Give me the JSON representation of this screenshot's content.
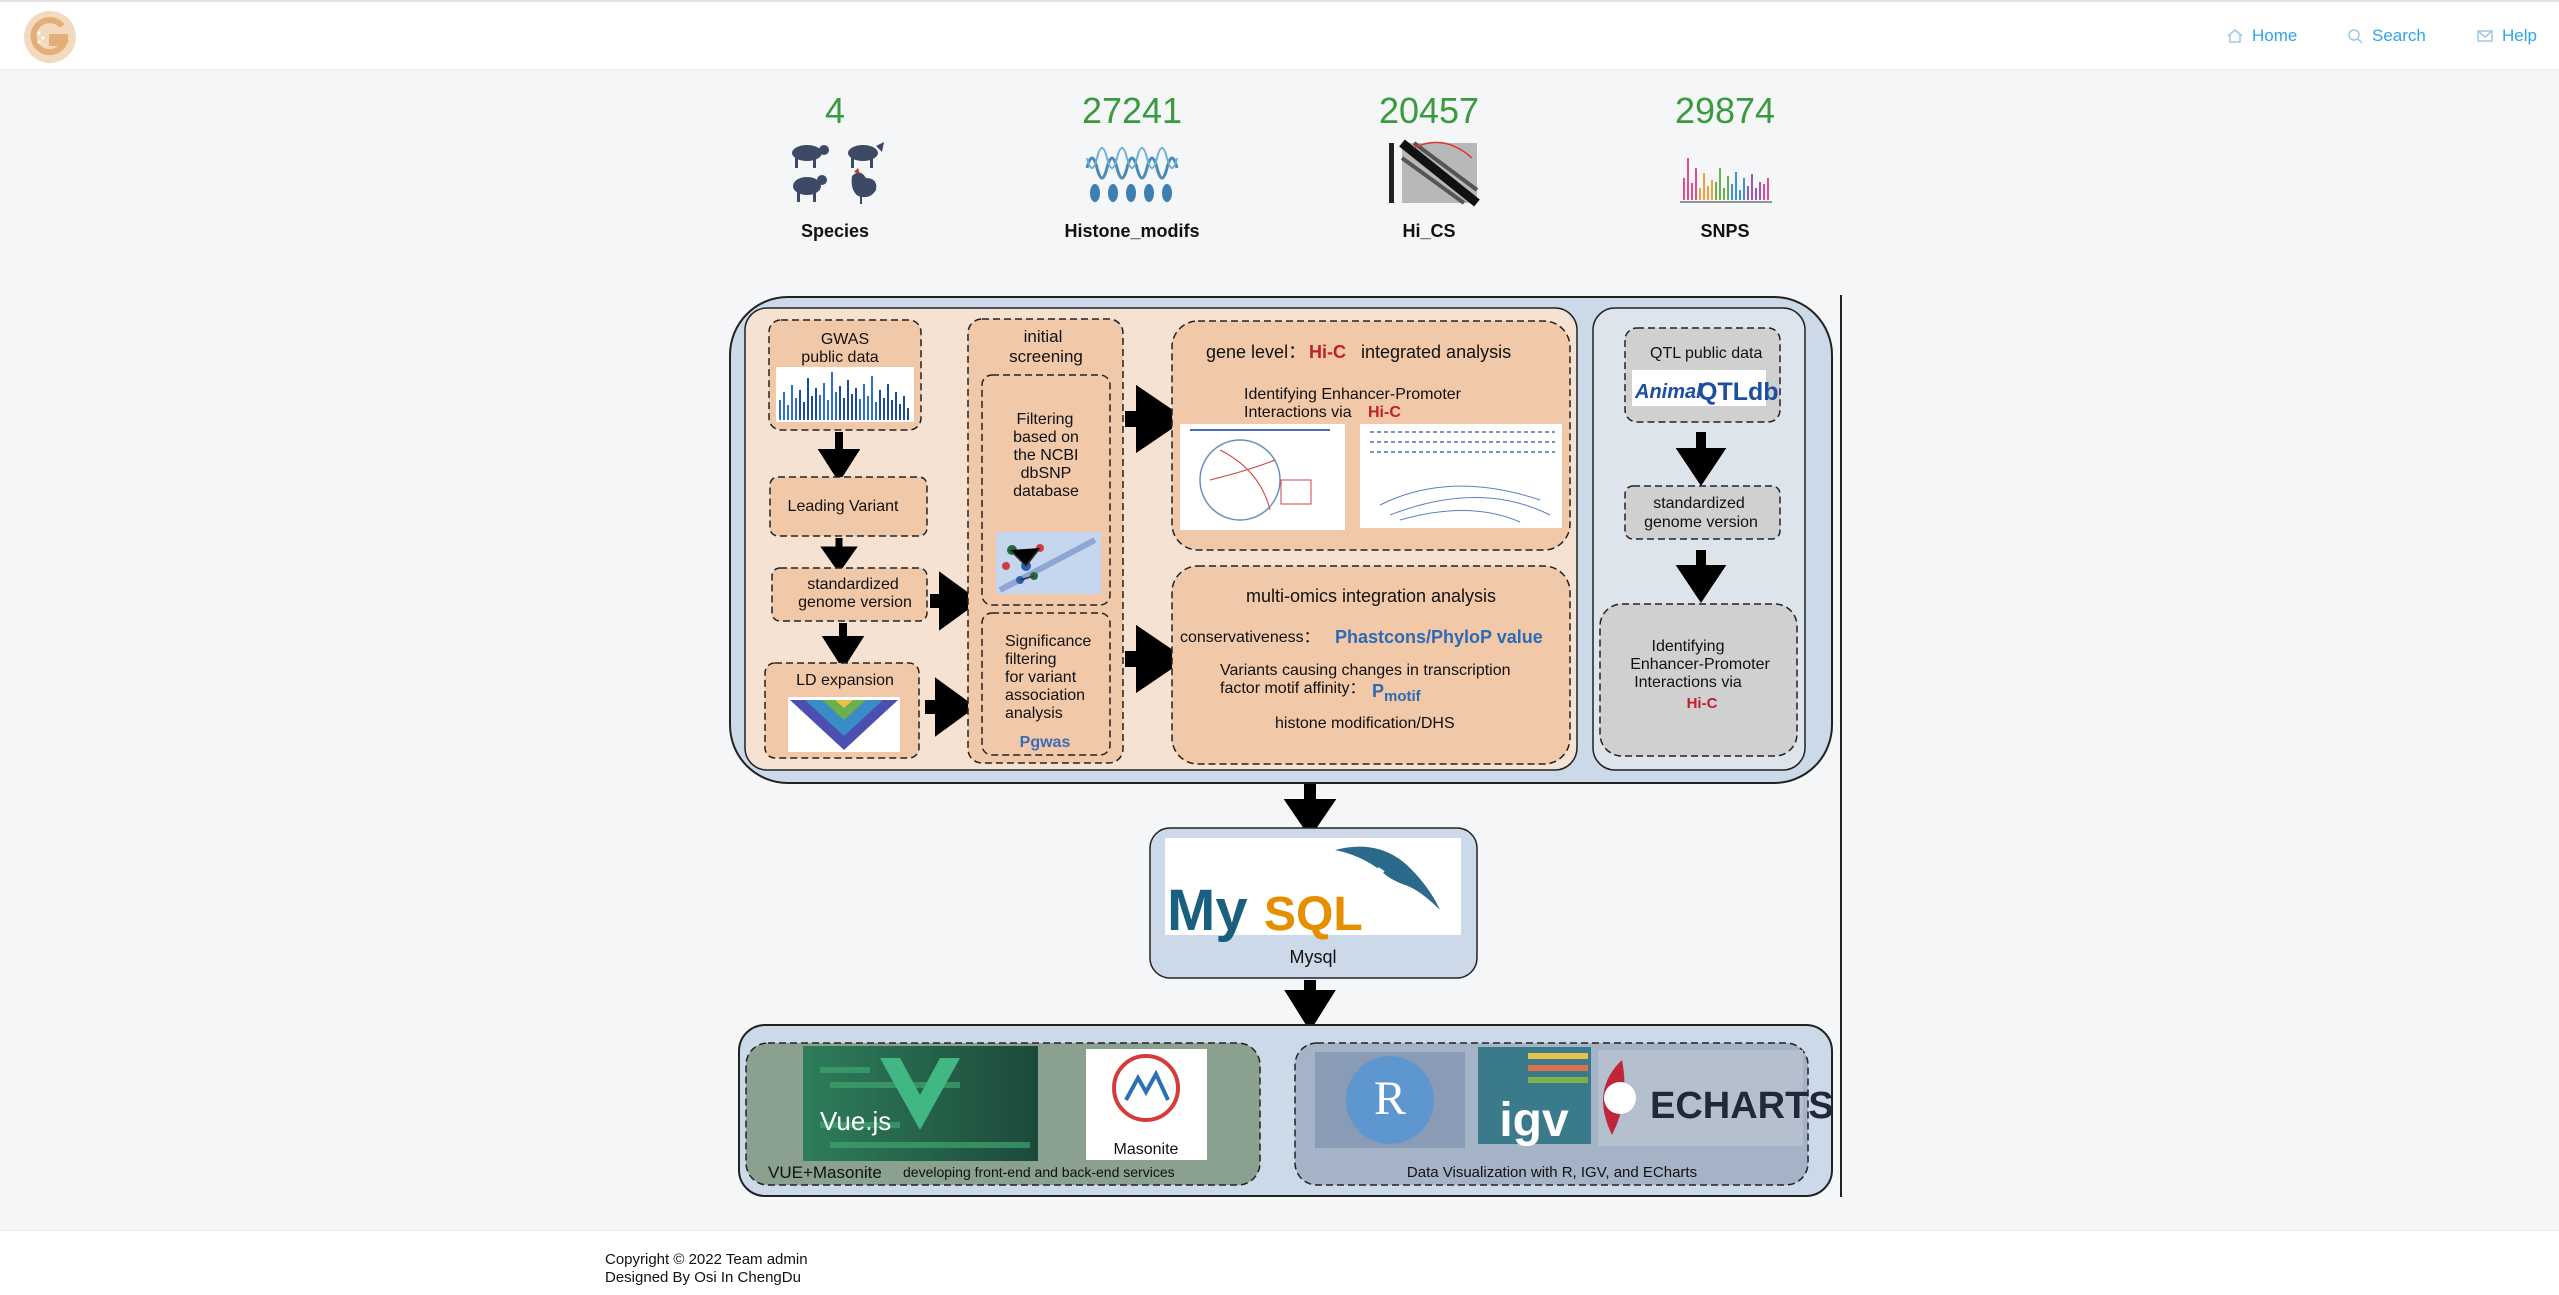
{
  "header": {
    "logo_icon": "g-logo-icon",
    "nav": [
      {
        "label": "Home",
        "icon": "home-icon"
      },
      {
        "label": "Search",
        "icon": "search-icon"
      },
      {
        "label": "Help",
        "icon": "mail-icon"
      }
    ]
  },
  "stats": [
    {
      "value": "4",
      "label": "Species",
      "icon": "livestock-icon"
    },
    {
      "value": "27241",
      "label": "Histone_modifs",
      "icon": "histone-icon"
    },
    {
      "value": "20457",
      "label": "Hi_CS",
      "icon": "hic-heatmap-icon"
    },
    {
      "value": "29874",
      "label": "SNPS",
      "icon": "snp-chart-icon"
    }
  ],
  "workflow": {
    "gwas_l1": "GWAS",
    "gwas_l2": "public data",
    "leading_variant": "Leading Variant",
    "std_l1": "standardized",
    "std_l2": "genome version",
    "ld_expansion": "LD expansion",
    "initial_l1": "initial",
    "initial_l2": "screening",
    "filter_l1": "Filtering",
    "filter_l2": "based on",
    "filter_l3": "the NCBI",
    "filter_l4": "dbSNP",
    "filter_l5": "database",
    "sig_l1": "Significance",
    "sig_l2": "filtering",
    "sig_l3": "for variant",
    "sig_l4": "association",
    "sig_l5": "analysis",
    "pgwas": "Pgwas",
    "gene_level": "gene level：",
    "hic": "Hi-C",
    "integrated": "integrated analysis",
    "ep_l1": "Identifying Enhancer-Promoter",
    "ep_l2": "Interactions via",
    "multi_omics": "multi-omics integration analysis",
    "conservativeness": "conservativeness：",
    "phastcons": "Phastcons/PhyloP value",
    "motif_l1": "Variants causing changes in transcription",
    "motif_l2": "factor motif affinity：",
    "p_letter": "P",
    "p_sub": "motif",
    "histone_dhs": "histone modification/DHS",
    "qtl": "QTL  public data",
    "animal": "Animal",
    "qtldb": "QTLdb",
    "qtl_std_l1": "standardized",
    "qtl_std_l2": "genome version",
    "qtl_ep_l1": "Identifying",
    "qtl_ep_l2": "Enhancer-Promoter",
    "qtl_ep_l3": "Interactions via",
    "mysql_my": "My",
    "mysql_sql": "SQL",
    "mysql_label": "Mysql",
    "vue": "Vue.js",
    "masonite": "Masonite",
    "vue_masonite": "VUE+Masonite",
    "vue_caption": "developing front-end and back-end services",
    "r": "R",
    "igv": "igv",
    "echarts": "ECHARTS",
    "viz_caption": "Data Visualization with R, IGV, and ECharts"
  },
  "footer": {
    "copyright": "Copyright © 2022 Team admin",
    "designed": "Designed By Osi In ChengDu"
  }
}
